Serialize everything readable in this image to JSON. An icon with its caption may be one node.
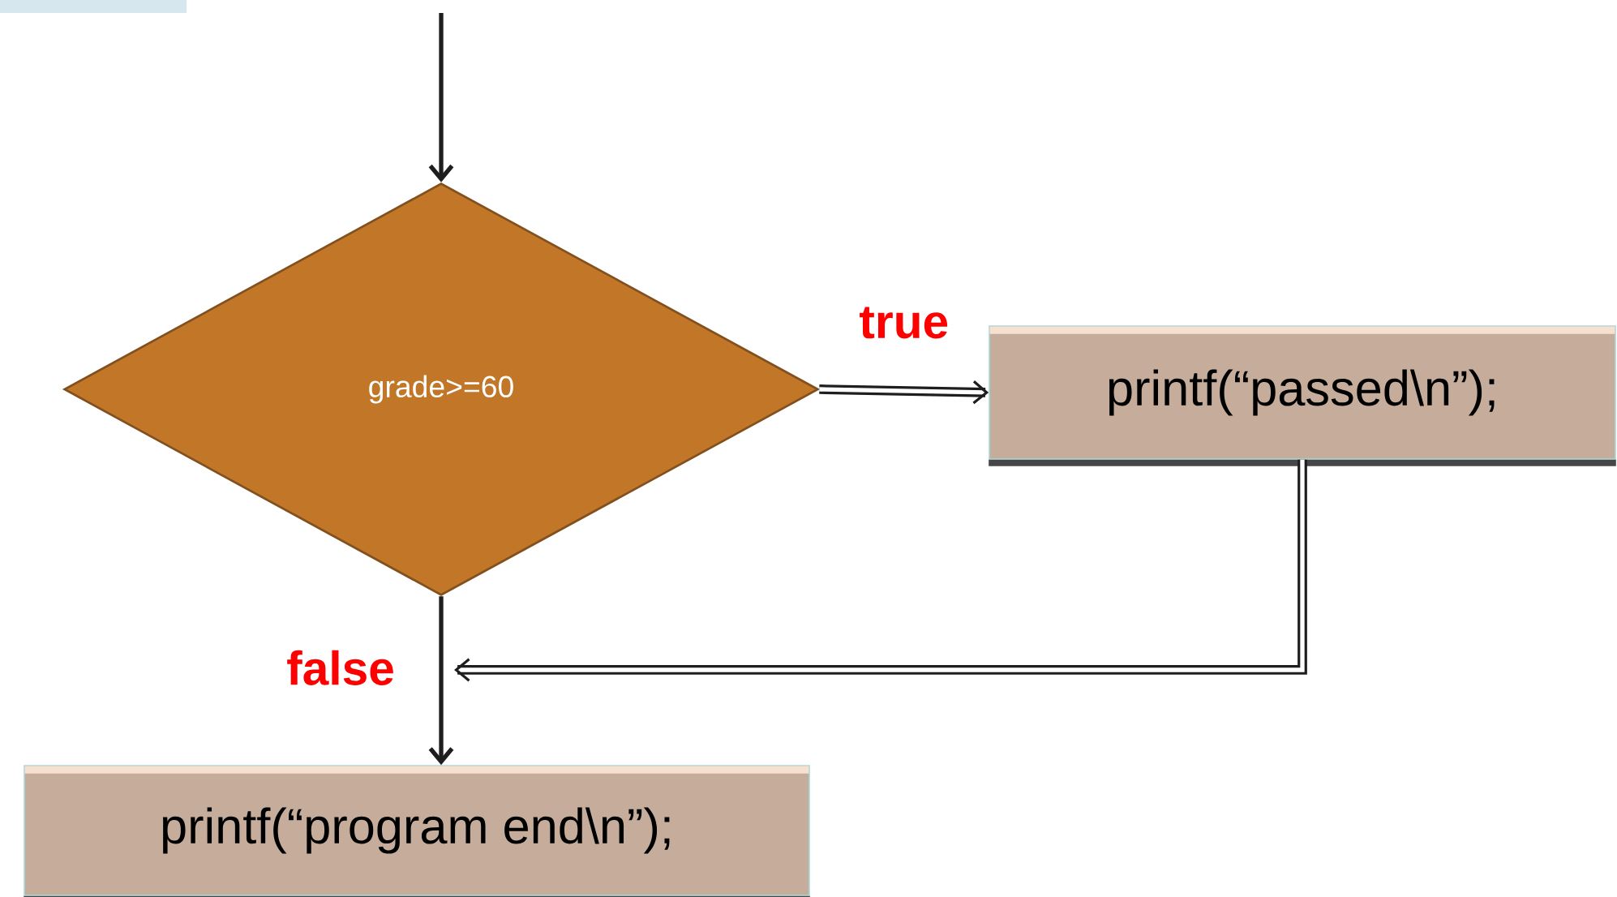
{
  "diagram": {
    "nodes": [
      {
        "text": [
          "grade>=60"
        ]
      },
      {
        "text": [
          "printf(“passed\\n”);"
        ]
      },
      {
        "text": [
          "printf(“program end\\n”);"
        ]
      }
    ],
    "edges": [
      {
        "from": null,
        "to": 0,
        "arrow": "to"
      },
      {
        "from": 0,
        "to": 1,
        "arrow": "to",
        "label": "true",
        "style": "thick"
      },
      {
        "from": 0,
        "to": 2,
        "arrow": "to",
        "label": "false"
      },
      {
        "from": 1,
        "to": null,
        "arrow": "to",
        "style": "thick"
      }
    ]
  }
}
